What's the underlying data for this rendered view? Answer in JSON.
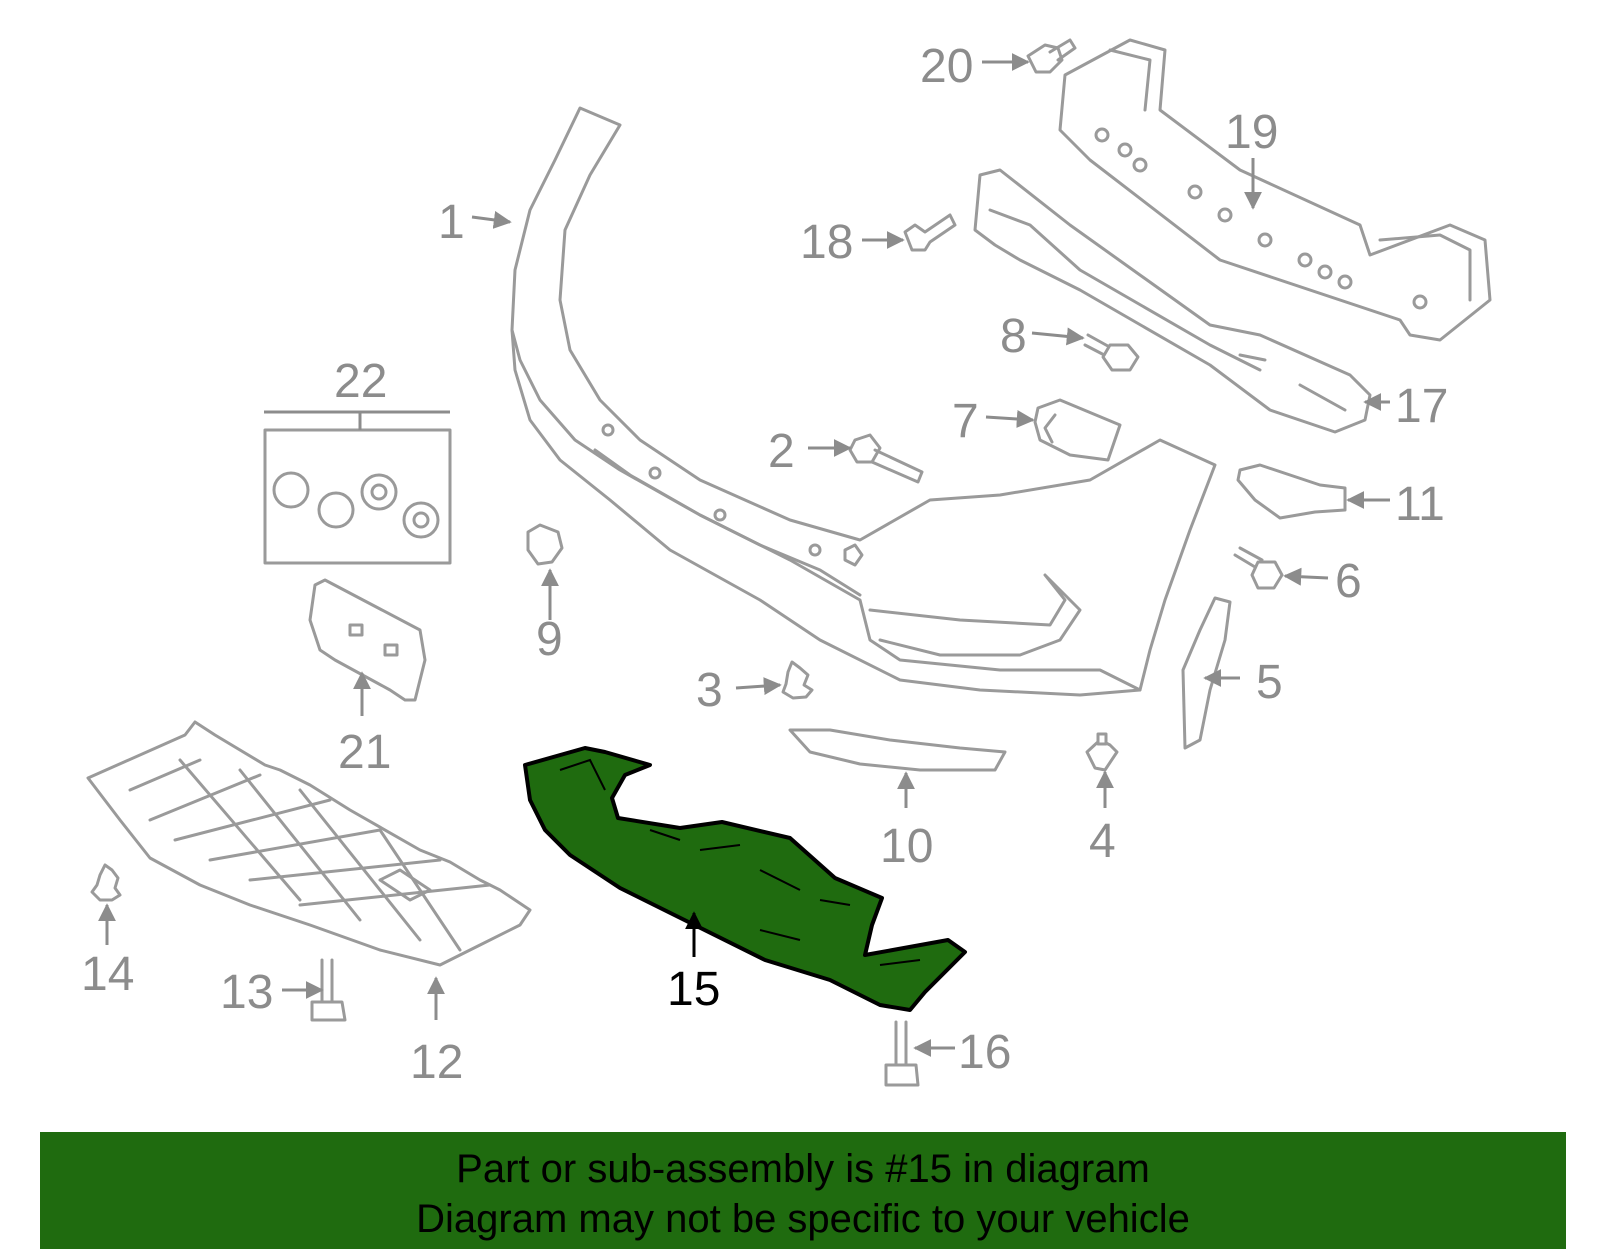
{
  "callouts": {
    "p1": "1",
    "p2": "2",
    "p3": "3",
    "p4": "4",
    "p5": "5",
    "p6": "6",
    "p7": "7",
    "p8": "8",
    "p9": "9",
    "p10": "10",
    "p11": "11",
    "p12": "12",
    "p13": "13",
    "p14": "14",
    "p15": "15",
    "p16": "16",
    "p17": "17",
    "p18": "18",
    "p19": "19",
    "p20": "20",
    "p21": "21",
    "p22": "22"
  },
  "highlight": {
    "part": "15",
    "color": "#1f6b0f"
  },
  "banner": {
    "line1": "Part or sub-assembly is #15 in diagram",
    "line2": "Diagram may not be specific to your vehicle",
    "color": "#1f6b0f"
  }
}
